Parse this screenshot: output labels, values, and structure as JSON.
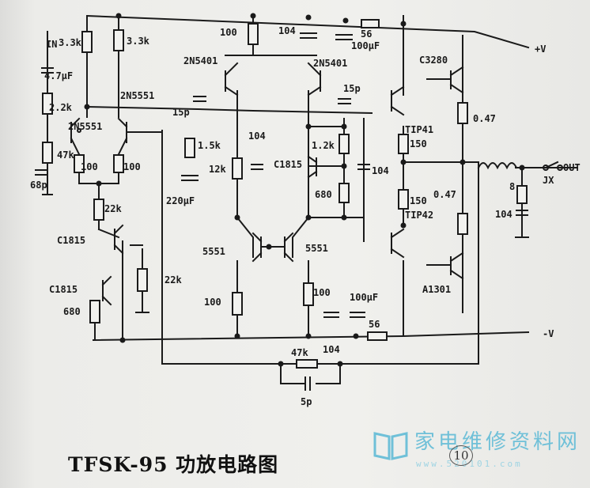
{
  "title": "TFSK-95 功放电路图",
  "page_number": "10",
  "watermark": {
    "name": "家电维修资料网",
    "url": "www.520101.com",
    "color": "#6fc0d8"
  },
  "labels": {
    "r_in_3k3": "3.3k",
    "r_3k3": "3.3k",
    "in_label": "IN",
    "cap_4u7": "4.7µF",
    "r_2k2": "2.2k",
    "r_47k": "47k",
    "cap_68p": "68p",
    "q_2n5551_in": "2N5551",
    "q_2n5551_top": "2N5551",
    "r_100_a": "100",
    "r_100_b": "100",
    "r_22k_a": "22k",
    "q_c1815_a": "C1815",
    "q_c1815_b": "C1815",
    "r_22k_b": "22k",
    "r_680_a": "680",
    "r_100_top": "100",
    "q_2n5401_a": "2N5401",
    "q_2n5401_b": "2N5401",
    "cap_104_top": "104",
    "r_56_top": "56",
    "cap_100u_top": "100µF",
    "cap_15p_a": "15p",
    "cap_15p_b": "15p",
    "r_1k5": "1.5k",
    "r_12k": "12k",
    "cap_104_mid": "104",
    "cap_220u": "220µF",
    "r_1k2": "1.2k",
    "q_c1815_c": "C1815",
    "r_680_b": "680",
    "cap_104_b": "104",
    "q_5551_a": "5551",
    "q_5551_b": "5551",
    "r_100_c": "100",
    "r_100_d": "100",
    "cap_100u_bot": "100µF",
    "r_56_bot": "56",
    "r_47k_fb": "47k",
    "cap_104_fb": "104",
    "cap_5p": "5p",
    "q_c3280": "C3280",
    "r_047_a": "0.47",
    "q_tip41": "TIP41",
    "r_150_a": "150",
    "r_150_b": "150",
    "r_047_b": "0.47",
    "q_tip42": "TIP42",
    "q_a1301": "A1301",
    "r_8": "8",
    "cap_104_out": "104",
    "out_label": "OUT",
    "jx_label": "JX",
    "pos_v": "+V",
    "neg_v": "-V"
  }
}
